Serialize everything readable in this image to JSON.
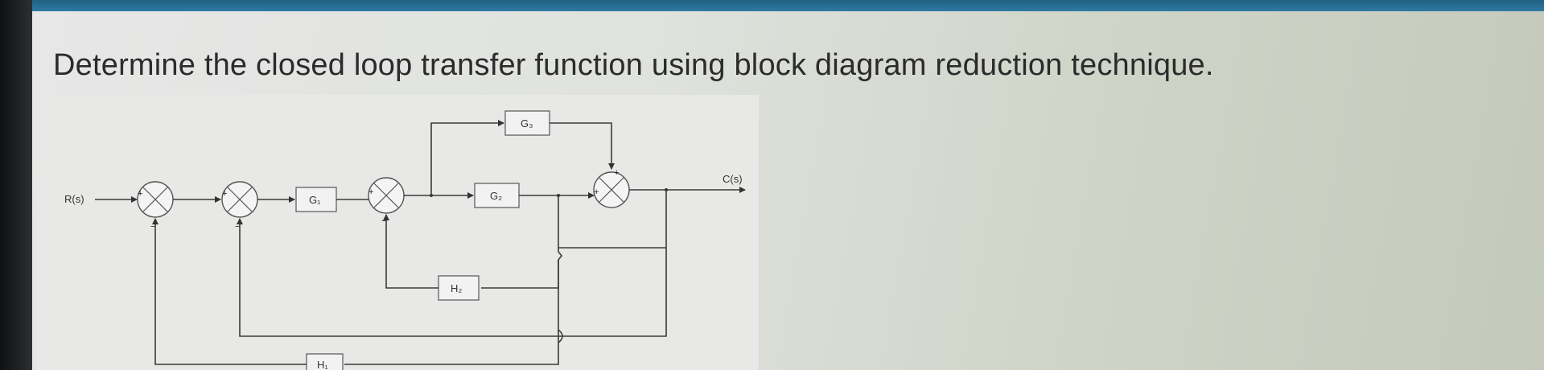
{
  "question": "Determine the closed loop transfer function using block diagram reduction technique.",
  "diagram": {
    "input_label": "R(s)",
    "output_label": "C(s)",
    "blocks": {
      "g1": "G₁",
      "g2": "G₂",
      "g3": "G₃",
      "h1": "H₁",
      "h2": "H₂"
    },
    "signs": {
      "plus": "+",
      "minus": "−"
    }
  }
}
